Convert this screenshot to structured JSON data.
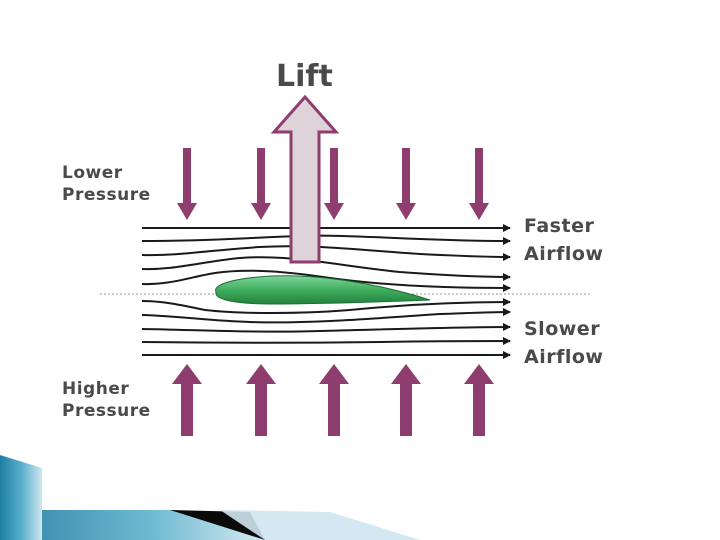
{
  "diagram": {
    "title": "Lift",
    "lower_pressure": [
      "Lower",
      "Pressure"
    ],
    "higher_pressure": [
      "Higher",
      "Pressure"
    ],
    "faster_airflow": [
      "Faster",
      "Airflow"
    ],
    "slower_airflow": [
      "Slower",
      "Airflow"
    ]
  },
  "colors": {
    "pressure_arrow": "#8e3d6e",
    "lift_arrow_fill": "#ddd3d9",
    "lift_arrow_stroke": "#8e3d6e",
    "airfoil": "#3fae5e",
    "streamline": "#1a1a1a",
    "slide_decor_teal": "#2b8fb0",
    "slide_decor_light": "#cfe6ef"
  },
  "icons": {
    "pressure_down": "arrow-down-icon",
    "pressure_up": "arrow-up-icon",
    "lift": "arrow-up-icon"
  }
}
